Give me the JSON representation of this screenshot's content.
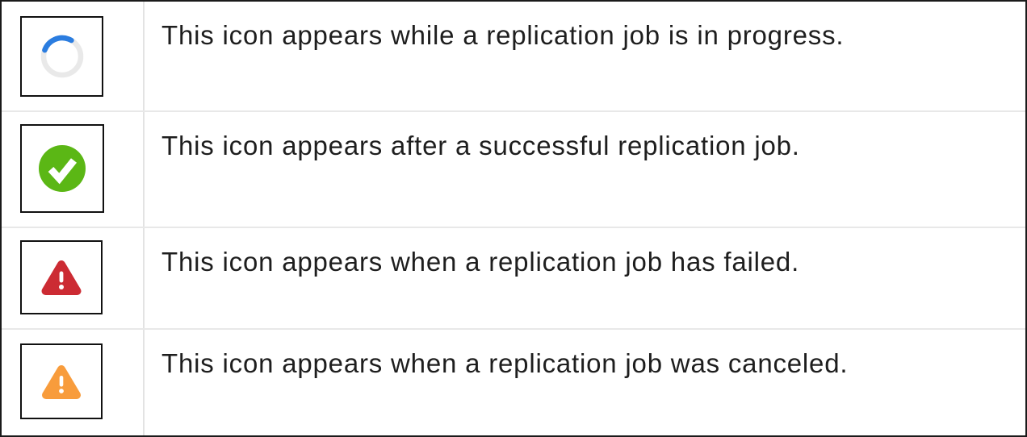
{
  "table": {
    "rows": [
      {
        "icon": "in-progress-spinner",
        "text": "This icon appears while a replication job is in progress."
      },
      {
        "icon": "success-check",
        "text": "This icon appears after a successful replication job."
      },
      {
        "icon": "failed-warning",
        "text": "This icon appears when a replication job has failed."
      },
      {
        "icon": "canceled-warning",
        "text": "This icon appears when a replication job was canceled."
      }
    ]
  },
  "colors": {
    "spinner_track": "#e9e9e9",
    "spinner_arc": "#2b7de0",
    "success_green": "#5bb715",
    "failed_red": "#cc2b33",
    "canceled_orange": "#f89c3c",
    "text": "#1e1e1e",
    "row_divider": "#e8e8e8",
    "column_divider": "#e3e3e3",
    "outer_border": "#1a1a1a",
    "icon_box_border": "#111111"
  }
}
